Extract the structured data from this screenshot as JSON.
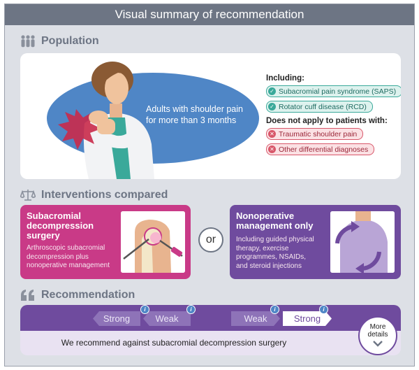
{
  "header": {
    "title": "Visual summary of recommendation"
  },
  "population": {
    "heading": "Population",
    "description": "Adults with shoulder pain for more than 3 months",
    "including_label": "Including:",
    "including": [
      "Subacromial pain syndrome (SAPS)",
      "Rotator cuff disease (RCD)"
    ],
    "excluding_label": "Does not apply to patients with:",
    "excluding": [
      "Traumatic shoulder pain",
      "Other differential diagnoses"
    ]
  },
  "interventions": {
    "heading": "Interventions compared",
    "surgery": {
      "title": "Subacromial decompression surgery",
      "description": "Arthroscopic subacromial decompression plus nonoperative management"
    },
    "or_label": "or",
    "nonoperative": {
      "title": "Nonoperative management only",
      "description": "Including guided physical therapy, exercise programmes, NSAIDs, and steroid injections"
    }
  },
  "recommendation": {
    "heading": "Recommendation",
    "scale": [
      {
        "label": "Strong",
        "state": "dim"
      },
      {
        "label": "Weak",
        "state": "dim"
      },
      {
        "label": "Weak",
        "state": "dim"
      },
      {
        "label": "Strong",
        "state": "active"
      }
    ],
    "info_glyph": "i",
    "statement": "We recommend against subacromial decompression surgery",
    "more_button": "More details"
  },
  "colors": {
    "title_bar": "#6d7584",
    "population_ellipse": "#4f86c6",
    "surgery": "#c93a87",
    "nonoperative": "#6f4b9e",
    "include": "#3aa99a",
    "exclude": "#d8576a"
  },
  "icons": [
    "people-icon",
    "scales-icon",
    "quote-icon",
    "check-icon",
    "cross-icon",
    "info-icon",
    "chevron-down-icon"
  ]
}
